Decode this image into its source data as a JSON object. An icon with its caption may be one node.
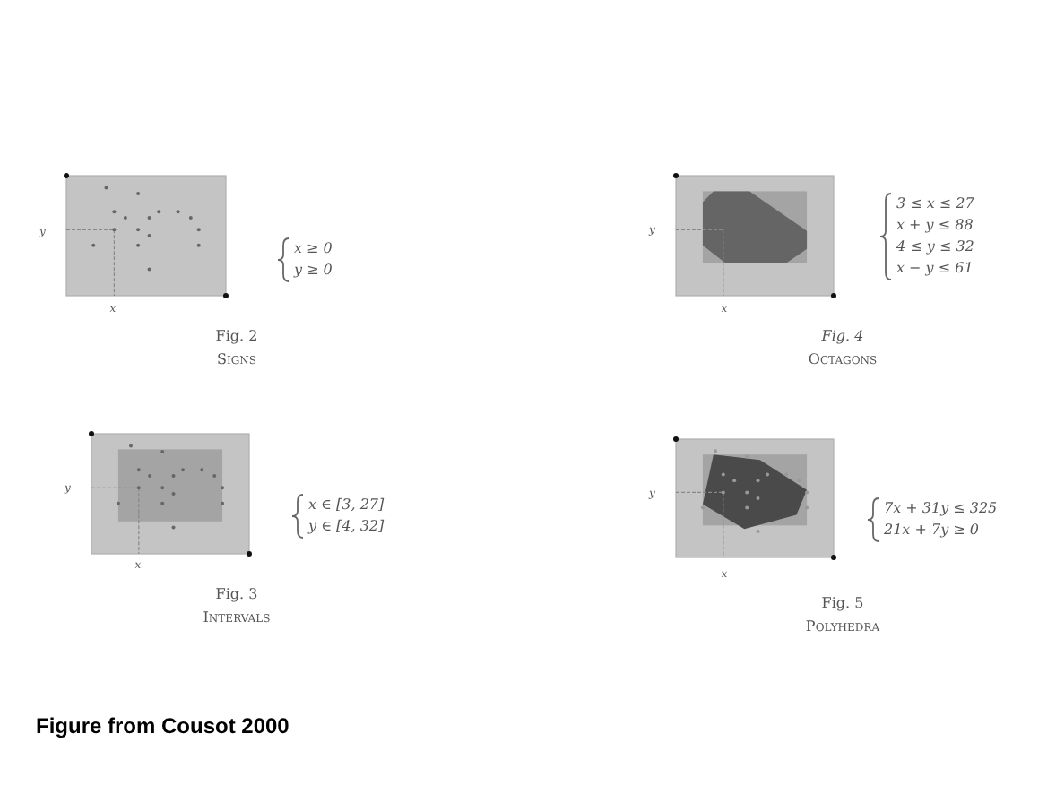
{
  "diagram": {
    "caption": "Figure from Cousot 2000",
    "labels": [
      "y",
      "x ≥ 0",
      "y ≥ 0",
      "y",
      "3 ≤ x ≤ 27",
      "x + y ≤ 88",
      "4 ≤ y ≤ 32",
      "x − y ≤ 61",
      "x",
      "x",
      "Fig. 2",
      "Fig. 4",
      "Signs",
      "Octagons",
      "y",
      "x ∈ [3, 27]",
      "y ∈ [4, 32]",
      "y",
      "7x + 31y ≤ 325",
      "21x + 7y ≥ 0",
      "x",
      "x",
      "Fig. 3",
      "Fig. 5",
      "Intervals",
      "Polyhedra"
    ]
  }
}
